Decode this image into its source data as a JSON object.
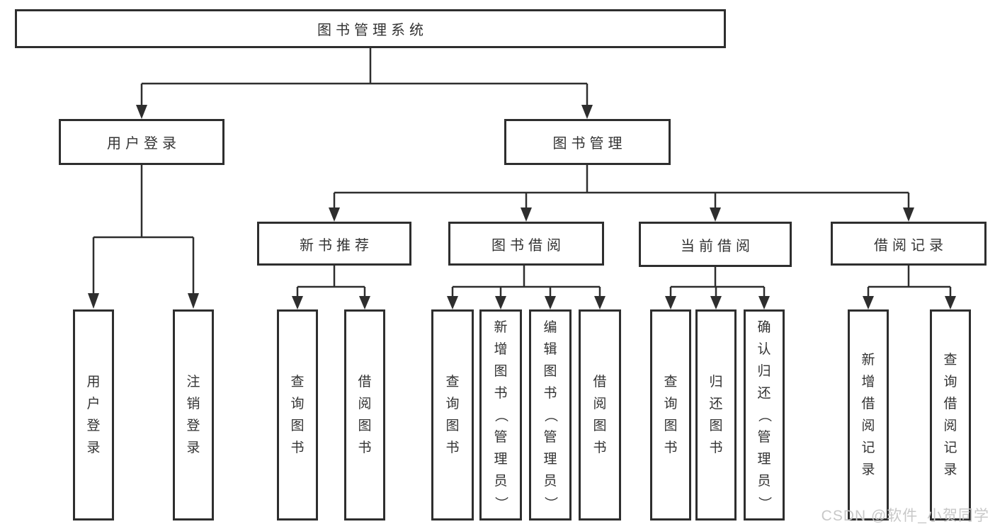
{
  "diagram": {
    "nodes": {
      "root": "图书管理系统",
      "user_login": "用户登录",
      "book_mgmt": "图书管理",
      "new_books": "新书推荐",
      "book_borrow": "图书借阅",
      "current_borrow": "当前借阅",
      "borrow_records": "借阅记录"
    },
    "leaves": {
      "login": [
        "用户登录",
        "注销登录"
      ],
      "new_books": [
        "查询图书",
        "借阅图书"
      ],
      "book_borrow": [
        "查询图书",
        "新增图书（管理员）",
        "编辑图书（管理员）",
        "借阅图书"
      ],
      "current_borrow": [
        "查询图书",
        "归还图书",
        "确认归还（管理员）"
      ],
      "borrow_records": [
        "新增借阅记录",
        "查询借阅记录"
      ]
    }
  },
  "watermark": "CSDN @软件_小贺同学",
  "colors": {
    "line": "#2e2e2e",
    "text": "#333333",
    "watermark": "#c8c8c8",
    "background": "#ffffff"
  }
}
